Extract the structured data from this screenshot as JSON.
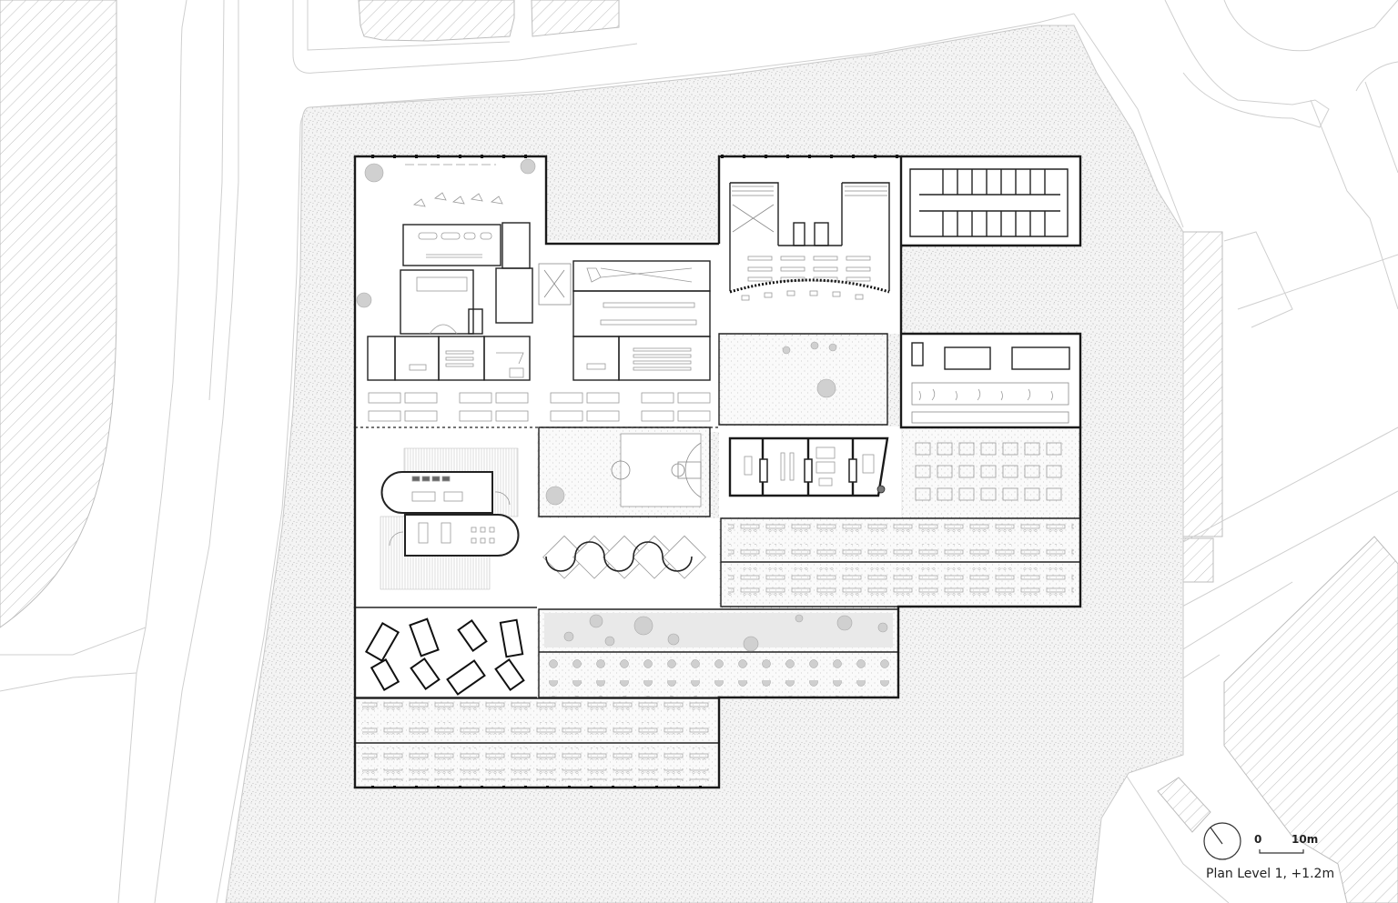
{
  "drawing": {
    "title": "Plan Level 1, +1.2m",
    "scale_bar": {
      "start_label": "0",
      "end_label": "10m"
    },
    "north_arrow": "north-arrow-circle"
  },
  "zones": [
    {
      "id": "entrance-hall",
      "kind": "open hall with lounge seating"
    },
    {
      "id": "library-block",
      "kind": "reading room / library"
    },
    {
      "id": "auditorium-block",
      "kind": "lecture rooms"
    },
    {
      "id": "sports-hall",
      "kind": "double-height hall with stairs"
    },
    {
      "id": "dormitory-block",
      "kind": "residential rooms corridor"
    },
    {
      "id": "courtyard-north",
      "kind": "planted courtyard"
    },
    {
      "id": "workshop-block",
      "kind": "studios / workshops"
    },
    {
      "id": "classroom-strip",
      "kind": "row of study tables"
    },
    {
      "id": "canteen-capsules",
      "kind": "rounded pavilions"
    },
    {
      "id": "basketball-court",
      "kind": "outdoor court"
    },
    {
      "id": "lab-block",
      "kind": "laboratories"
    },
    {
      "id": "exhibition-grid",
      "kind": "grid of display tables"
    },
    {
      "id": "greenhouse-rows",
      "kind": "greenhouse planting beds"
    },
    {
      "id": "study-pods",
      "kind": "diamond shaped pods"
    },
    {
      "id": "pavilion-field",
      "kind": "scattered rectangular pavilions"
    },
    {
      "id": "garden-strips",
      "kind": "planted garden strips"
    },
    {
      "id": "seating-rows",
      "kind": "long rows of desks"
    }
  ],
  "colors": {
    "wall": "#1a1a1a",
    "context_line": "#cfcfcf",
    "hatch": "#bdbdbd",
    "site_stipple": "#b9b9b9",
    "background": "#ffffff"
  }
}
